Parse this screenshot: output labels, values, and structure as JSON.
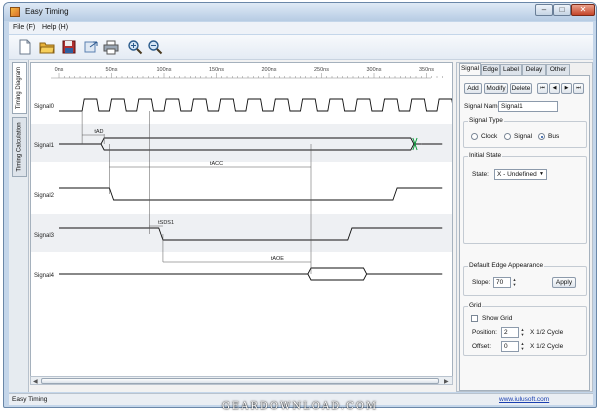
{
  "window": {
    "title": "Easy Timing",
    "minimize": "–",
    "maximize": "□",
    "close": "✕"
  },
  "menu": [
    {
      "label": "File (F)"
    },
    {
      "label": "Help (H)"
    }
  ],
  "toolbar": [
    {
      "name": "new-document-icon",
      "color": "#ffffff"
    },
    {
      "name": "open-folder-icon",
      "color": "#e8b23a"
    },
    {
      "name": "save-icon",
      "color": "#b03030"
    },
    {
      "name": "export-icon",
      "color": "#5a7fb0"
    },
    {
      "name": "print-icon",
      "color": "#7a8796"
    },
    {
      "name": "zoom-in-icon",
      "color": "#4a6a90"
    },
    {
      "name": "zoom-out-icon",
      "color": "#4a6a90"
    }
  ],
  "side_tabs": [
    {
      "label": "Timing Diagram",
      "active": true
    },
    {
      "label": "Timing Calculation",
      "active": false
    }
  ],
  "diagram": {
    "ticks": [
      {
        "t": 0,
        "label": "0ns"
      },
      {
        "t": 50,
        "label": "50ns"
      },
      {
        "t": 100,
        "label": "100ns"
      },
      {
        "t": 150,
        "label": "150ns"
      },
      {
        "t": 200,
        "label": "200ns"
      },
      {
        "t": 250,
        "label": "250ns"
      },
      {
        "t": 300,
        "label": "300ns"
      },
      {
        "t": 350,
        "label": "350ns"
      }
    ],
    "signals": [
      {
        "name": "Signal0",
        "type": "clock"
      },
      {
        "name": "Signal1",
        "type": "bus"
      },
      {
        "name": "Signal2",
        "type": "signal"
      },
      {
        "name": "Signal3",
        "type": "signal"
      },
      {
        "name": "Signal4",
        "type": "bus"
      }
    ],
    "labels": [
      {
        "text": "tAD",
        "t": 38,
        "row": 0
      },
      {
        "text": "tACC",
        "t": 150,
        "row": 1
      },
      {
        "text": "tSDS1",
        "t": 102,
        "row": 2
      },
      {
        "text": "tAOE",
        "t": 208,
        "row": 3
      }
    ]
  },
  "panel": {
    "tabs": [
      {
        "label": "Signal",
        "active": true
      },
      {
        "label": "Edge",
        "active": false
      },
      {
        "label": "Label",
        "active": false
      },
      {
        "label": "Delay",
        "active": false
      },
      {
        "label": "Other",
        "active": false
      }
    ],
    "buttons": {
      "add": "Add",
      "modify": "Modify",
      "delete": "Delete"
    },
    "nav": [
      "⏮",
      "◀",
      "▶",
      "⏭"
    ],
    "signal_name_label": "Signal Name:",
    "signal_name_value": "Signal1",
    "signal_type": {
      "title": "Signal Type",
      "options": [
        "Clock",
        "Signal",
        "Bus"
      ],
      "selected": "Bus"
    },
    "initial_state": {
      "title": "Initial State",
      "label": "State:",
      "value": "X - Undefined",
      "arrow": "▼"
    },
    "edge": {
      "title": "Default Edge Appearance",
      "label": "Slope:",
      "value": "70",
      "apply": "Apply"
    },
    "grid": {
      "title": "Grid",
      "show_label": "Show Grid",
      "position_label": "Position:",
      "position_value": "2",
      "offset_label": "Offset:",
      "offset_value": "0",
      "unit": "X 1/2 Cycle"
    }
  },
  "scroll": {
    "left": "◀",
    "right": "▶"
  },
  "status": {
    "text": "Easy Timing",
    "link": "www.iulusoft.com"
  },
  "watermark": "GEARDOWNLOAD.COM"
}
